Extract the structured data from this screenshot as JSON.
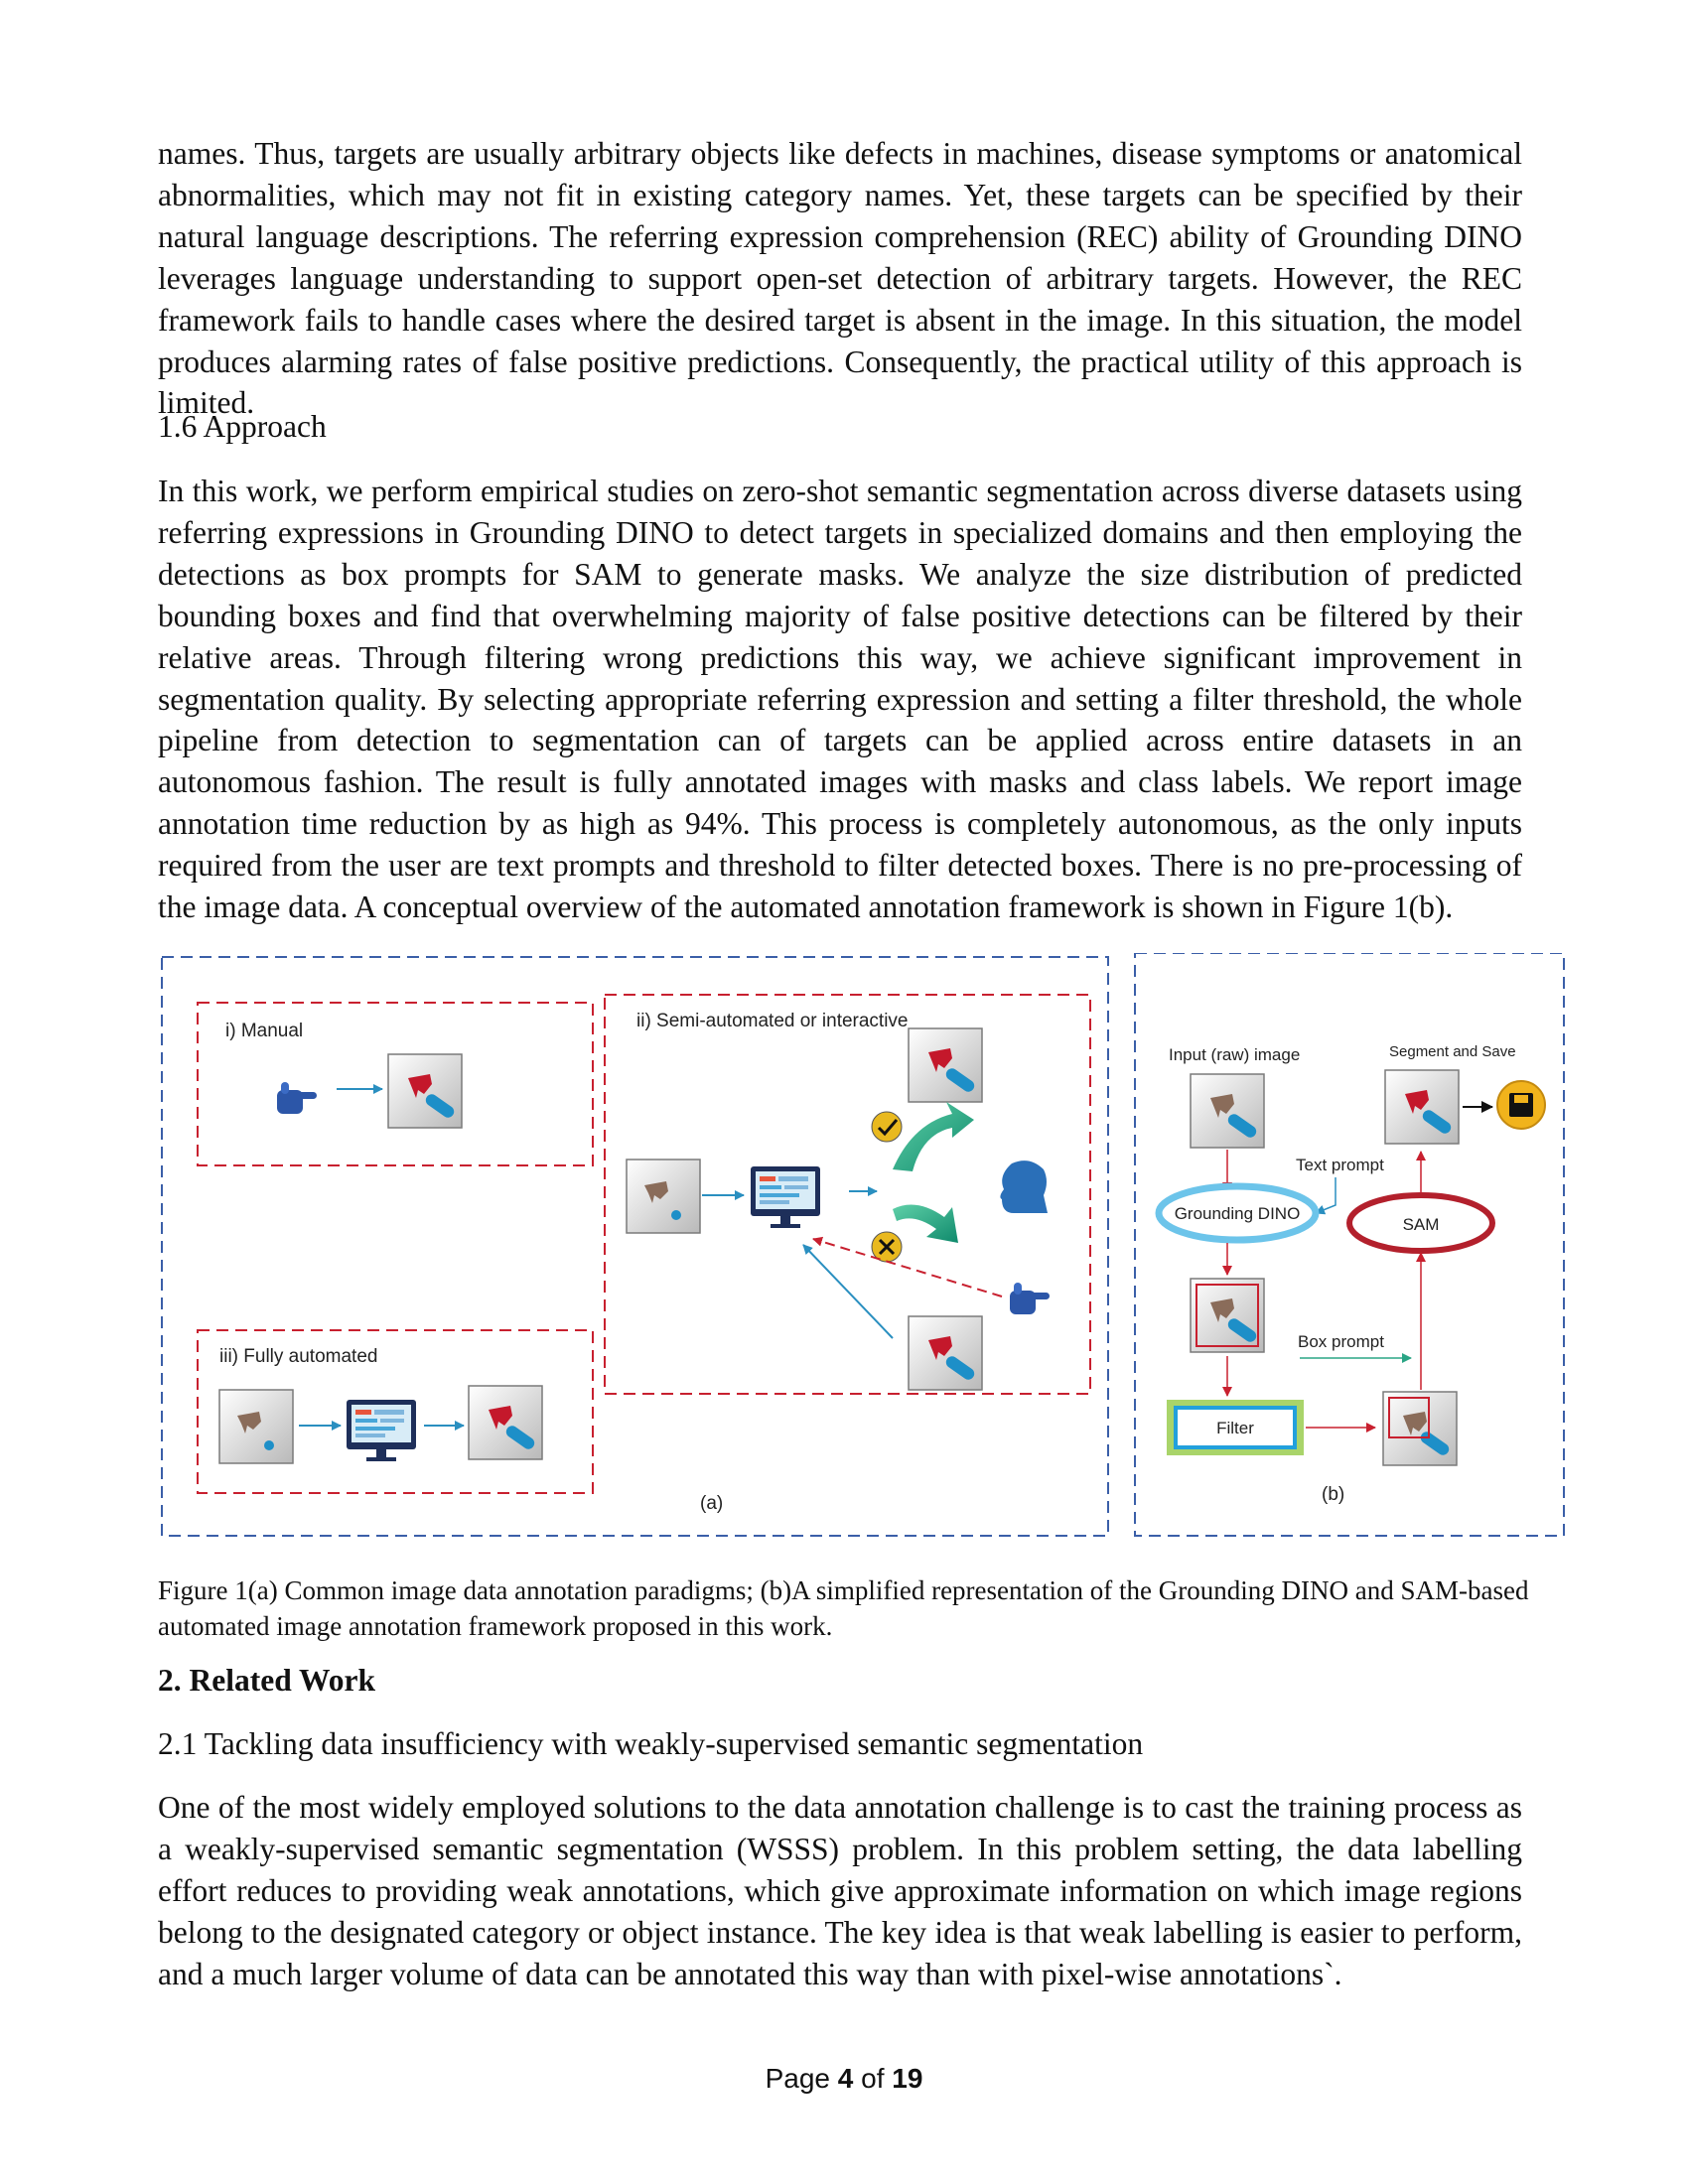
{
  "paragraph_1": "names. Thus, targets are usually arbitrary objects like defects in machines, disease symptoms or anatomical abnormalities, which may not fit in existing category names. Yet, these targets can be specified by their natural language descriptions. The referring expression comprehension (REC) ability of Grounding DINO leverages language understanding to support open-set detection of arbitrary targets. However, the REC framework fails to handle cases where the desired target is absent in the image. In this situation, the model produces alarming rates of false positive predictions. Consequently, the practical utility of this approach is limited.",
  "section_1_6": "1.6 Approach",
  "paragraph_2": "In this work, we perform empirical studies on zero-shot semantic segmentation across diverse datasets using referring expressions in Grounding DINO to detect targets in specialized domains and then employing the detections as box prompts for SAM to generate masks. We analyze the size distribution of predicted bounding boxes and find that overwhelming majority of false positive detections can be filtered by their relative areas. Through filtering wrong predictions this way, we achieve significant improvement in segmentation quality. By selecting appropriate referring expression and setting a filter threshold, the whole pipeline from detection to segmentation can of targets can be applied across entire datasets in an autonomous fashion. The result is fully annotated images with masks and class labels. We report image annotation time reduction by as high as 94%. This process is completely autonomous, as the only inputs required from the user are text prompts and threshold to filter detected boxes. There is no pre-processing of the image data. A conceptual overview of the automated annotation framework is shown in Figure 1(b).",
  "figure": {
    "panel_a": {
      "manual": "i) Manual",
      "semi": "ii) Semi-automated or interactive",
      "fully": "iii) Fully automated",
      "label": "(a)"
    },
    "panel_b": {
      "input": "Input (raw) image",
      "segment_save": "Segment and Save",
      "text_prompt": "Text prompt",
      "grounding_dino": "Grounding DINO",
      "sam": "SAM",
      "box_prompt": "Box prompt",
      "filter": "Filter",
      "label": "(b)"
    }
  },
  "caption": "Figure 1(a) Common image data annotation paradigms; (b)A simplified representation of the Grounding DINO and SAM-based automated image annotation framework proposed in this work.",
  "section_2": "2. Related Work",
  "section_2_1": "2.1 Tackling data insufficiency with weakly-supervised semantic segmentation",
  "paragraph_3": "One of the most widely employed solutions to the data annotation challenge is to cast the training process as a weakly-supervised semantic segmentation (WSSS) problem. In this problem setting, the data labelling effort reduces to providing weak annotations, which give approximate information on which image regions belong to the designated category or object instance. The key idea is that weak labelling is easier to perform, and a much larger volume of data can be annotated this way than with pixel-wise annotations`.",
  "footer": {
    "page_word": "Page",
    "current": "4",
    "of_word": "of",
    "total": "19"
  }
}
